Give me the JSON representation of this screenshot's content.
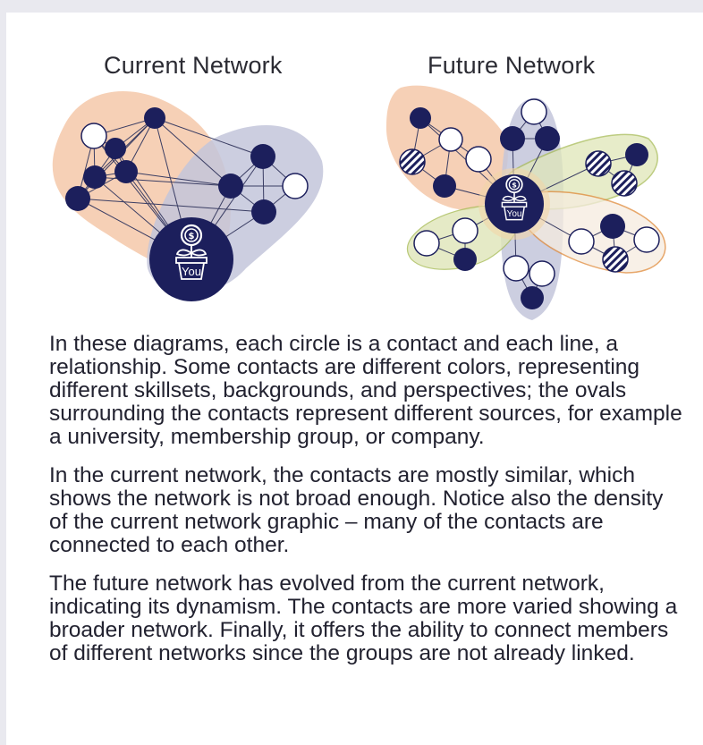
{
  "titles": {
    "current": "Current Network",
    "future": "Future Network"
  },
  "center_node": {
    "label": "You",
    "icon": "money-plant-pot-icon"
  },
  "colors": {
    "contact_dark": "#1c1f5c",
    "contact_light": "#ffffff",
    "group_peach": "#f4c8a9",
    "group_lavender": "#c3c6db",
    "group_lime": "#dfe6b8",
    "outline_lime": "#a8bc57",
    "outline_orange": "#e08a3a",
    "edge": "#3a3d63"
  },
  "paragraphs": [
    "In these diagrams, each circle is a contact and each line, a relationship. Some contacts are different colors, representing different skillsets, backgrounds, and perspectives; the ovals surrounding the contacts represent different sources, for example a university, membership group, or company.",
    "In the current network, the contacts are mostly similar, which shows the network is not broad enough. Notice also the density of the current network graphic – many of the contacts are connected to each other.",
    "The future network has evolved from the current network, indicating its dynamism. The contacts are more varied showing a broader network. Finally, it offers the ability to connect members of different networks since the groups are not already linked."
  ]
}
